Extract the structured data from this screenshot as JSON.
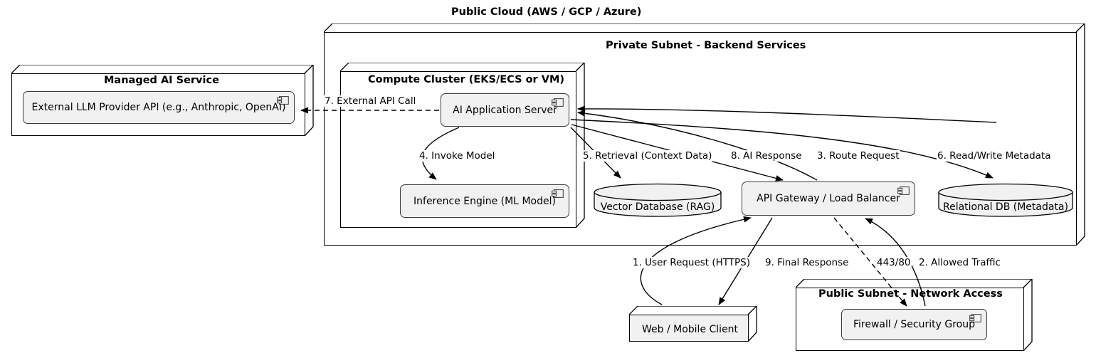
{
  "diagram": {
    "type": "uml-deployment-diagram",
    "title": "Public Cloud (AWS / GCP / Azure)",
    "colors": {
      "component_fill": "#F1F1F1",
      "node_fill": "#FFFFFF",
      "client_fill": "#F1F1F1",
      "border": "#000000",
      "component_border": "#3A3A3A",
      "text": "#000000"
    }
  },
  "nodes": {
    "public_cloud": {
      "title": "Public Cloud (AWS / GCP / Azure)"
    },
    "private_subnet": {
      "title": "Private Subnet - Backend Services"
    },
    "compute_cluster": {
      "title": "Compute Cluster (EKS/ECS or VM)"
    },
    "managed_ai_service": {
      "title": "Managed AI Service"
    },
    "public_subnet": {
      "title": "Public Subnet - Network Access"
    }
  },
  "components": {
    "external_llm": {
      "label": "External LLM Provider API (e.g., Anthropic, OpenAI)",
      "icon": "uml-component-icon"
    },
    "ai_app_server": {
      "label": "AI Application Server",
      "icon": "uml-component-icon"
    },
    "inference_engine": {
      "label": "Inference Engine (ML Model)",
      "icon": "uml-component-icon"
    },
    "api_gateway": {
      "label": "API Gateway / Load Balancer",
      "icon": "uml-component-icon"
    },
    "firewall": {
      "label": "Firewall / Security Group",
      "icon": "uml-component-icon"
    },
    "web_client": {
      "label": "Web / Mobile Client",
      "icon": "node-3d-box"
    }
  },
  "databases": {
    "vector_db": {
      "label": "Vector Database (RAG)",
      "icon": "database-cylinder"
    },
    "relational_db": {
      "label": "Relational DB (Metadata)",
      "icon": "database-cylinder"
    }
  },
  "flows": [
    {
      "id": "1",
      "label": "1. User Request (HTTPS)",
      "from": "web_client",
      "to": "api_gateway",
      "style": "solid"
    },
    {
      "id": "2",
      "label": "2. Allowed Traffic",
      "from": "firewall",
      "to": "api_gateway",
      "style": "solid"
    },
    {
      "id": "3",
      "label": "3. Route Request",
      "from": "api_gateway",
      "to": "ai_app_server",
      "style": "solid"
    },
    {
      "id": "4",
      "label": "4. Invoke Model",
      "from": "ai_app_server",
      "to": "inference_engine",
      "style": "solid"
    },
    {
      "id": "5",
      "label": "5. Retrieval (Context Data)",
      "from": "ai_app_server",
      "to": "vector_db",
      "style": "solid"
    },
    {
      "id": "6",
      "label": "6. Read/Write Metadata",
      "from": "ai_app_server",
      "to": "relational_db",
      "style": "solid"
    },
    {
      "id": "7",
      "label": "7. External API Call",
      "from": "ai_app_server",
      "to": "external_llm",
      "style": "dashed"
    },
    {
      "id": "8",
      "label": "8. AI Response",
      "from": "ai_app_server",
      "to": "api_gateway",
      "style": "solid"
    },
    {
      "id": "9",
      "label": "9. Final Response",
      "from": "api_gateway",
      "to": "web_client",
      "style": "solid"
    },
    {
      "id": "ports",
      "label": "443/80",
      "from": "api_gateway",
      "to": "firewall",
      "style": "dashed"
    }
  ]
}
